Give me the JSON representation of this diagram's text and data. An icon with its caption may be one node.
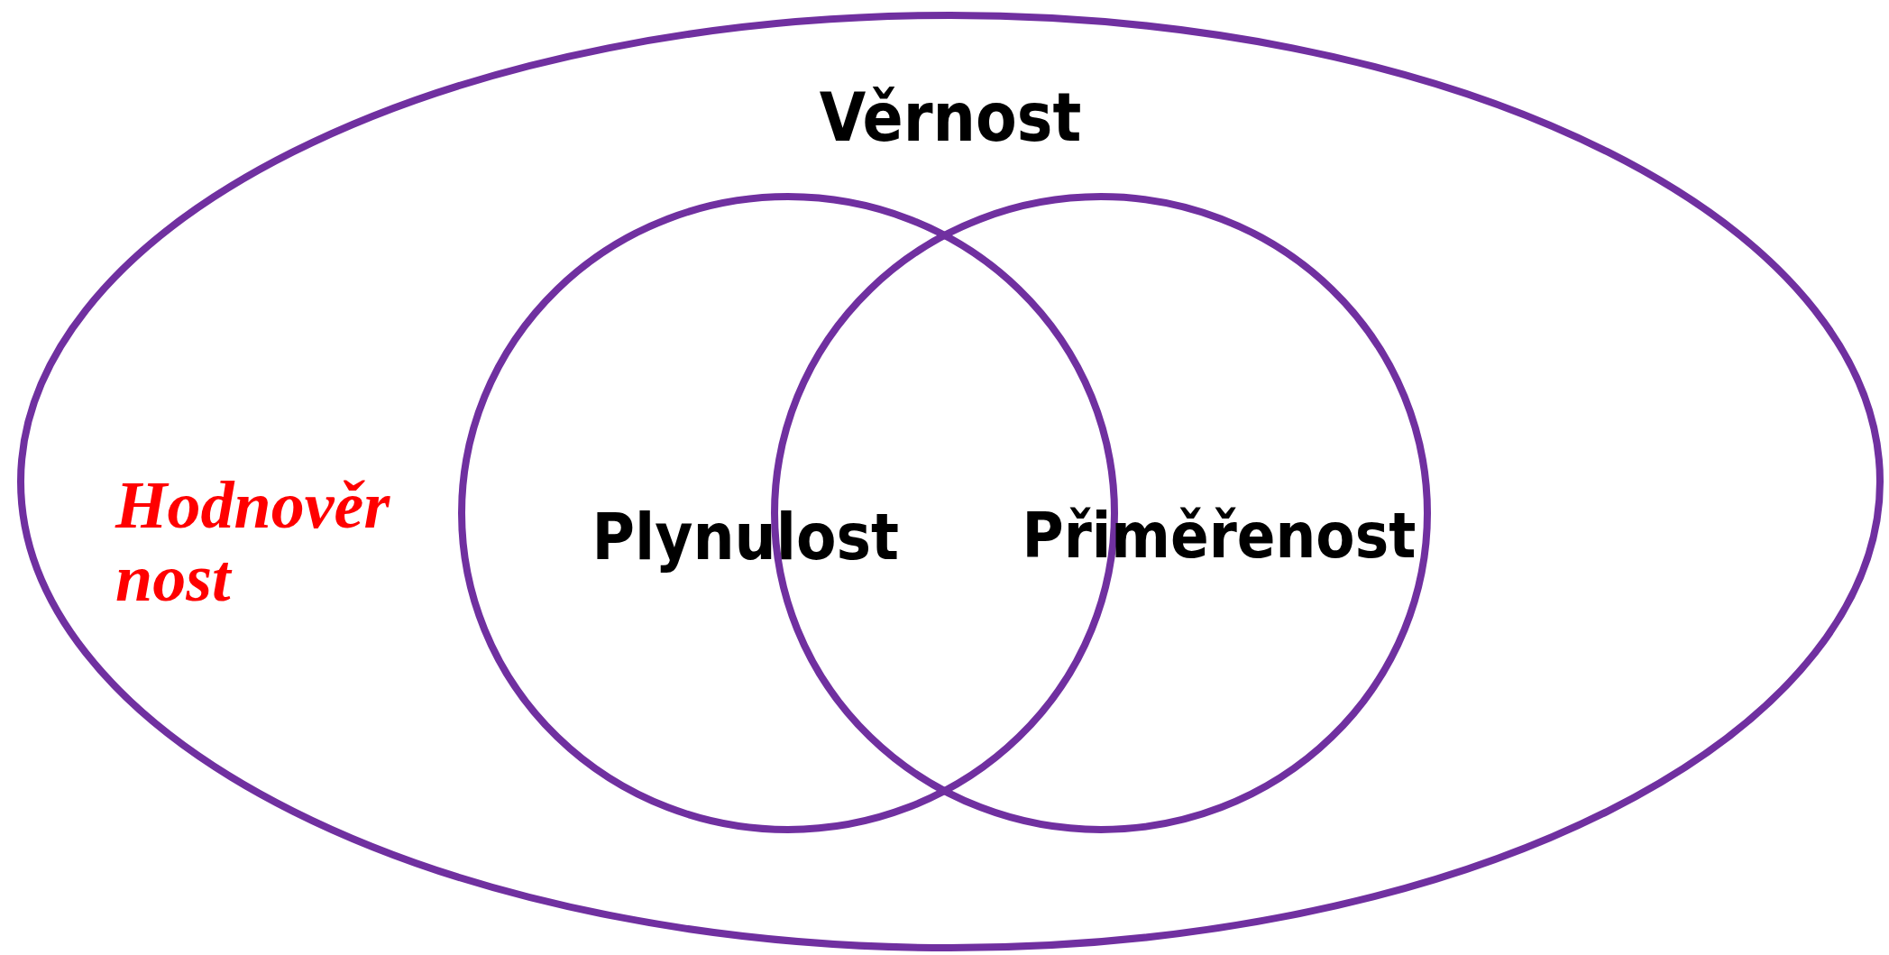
{
  "diagram": {
    "nodes": [
      {
        "text": [
          "Věrnost"
        ]
      },
      {
        "text": [
          "Plynulost"
        ],
        "in": 0
      },
      {
        "text": [
          "Přiměřenost"
        ],
        "in": 0
      }
    ],
    "labels": [
      "Hodnověr nost"
    ]
  }
}
